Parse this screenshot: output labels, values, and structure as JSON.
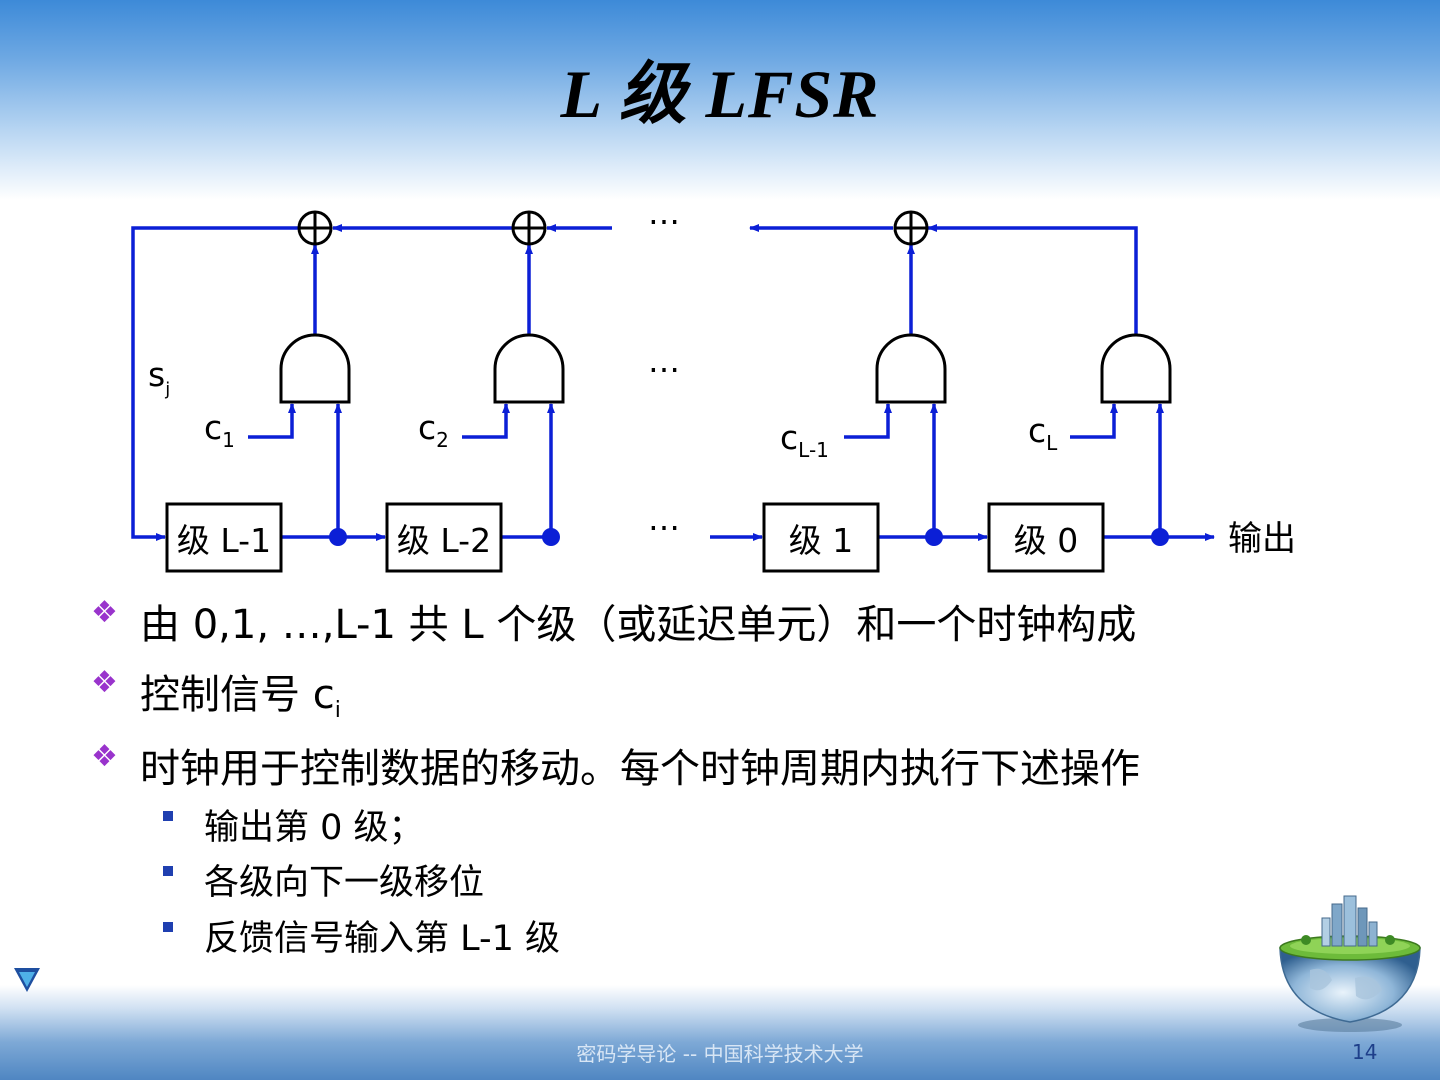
{
  "slide": {
    "title": "L 级 LFSR",
    "footer": "密码学导论 -- 中国科学技术大学",
    "page_number": "14"
  },
  "diagram": {
    "stages": [
      "级 L-1",
      "级 L-2",
      "级 1",
      "级 0"
    ],
    "feedback_label": "s",
    "feedback_sub": "j",
    "controls": [
      {
        "label": "c",
        "sub": "1"
      },
      {
        "label": "c",
        "sub": "2"
      },
      {
        "label": "c",
        "sub": "L-1"
      },
      {
        "label": "c",
        "sub": "L"
      }
    ],
    "ellipsis": "…",
    "output_label": "输出"
  },
  "bullets": [
    {
      "text": "由 0,1, …,L-1 共 L 个级（或延迟单元）和一个时钟构成"
    },
    {
      "text": "控制信号 c",
      "sub": "i"
    },
    {
      "text": "时钟用于控制数据的移动。每个时钟周期内执行下述操作"
    }
  ],
  "sub_bullets": [
    "输出第 0 级；",
    "各级向下一级移位",
    "反馈信号输入第 L-1 级"
  ],
  "colors": {
    "wire": "#0b1fd6",
    "bullet_marker": "#9933cc",
    "sub_bullet_marker": "#1f3fb0",
    "header": "#3d8ad8"
  }
}
